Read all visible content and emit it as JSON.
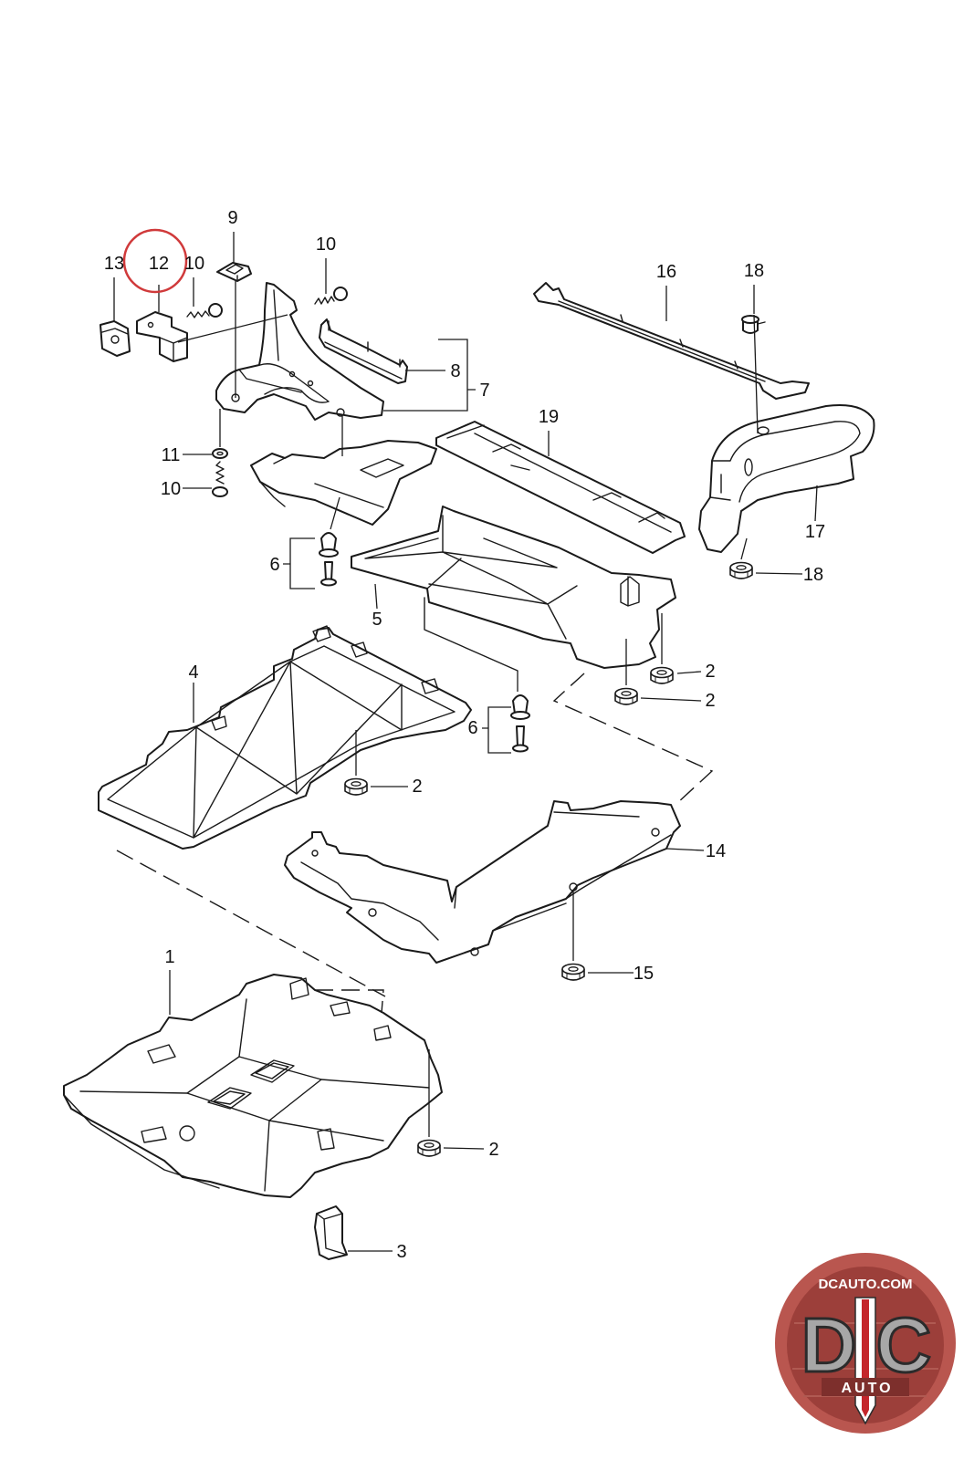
{
  "diagram": {
    "callouts": [
      {
        "label": "9"
      },
      {
        "label": "13"
      },
      {
        "label": "12",
        "highlighted": true
      },
      {
        "label": "10"
      },
      {
        "label": "10"
      },
      {
        "label": "16"
      },
      {
        "label": "18"
      },
      {
        "label": "8"
      },
      {
        "label": "7"
      },
      {
        "label": "19"
      },
      {
        "label": "11"
      },
      {
        "label": "10"
      },
      {
        "label": "17"
      },
      {
        "label": "6"
      },
      {
        "label": "18"
      },
      {
        "label": "5"
      },
      {
        "label": "4"
      },
      {
        "label": "2"
      },
      {
        "label": "2"
      },
      {
        "label": "6"
      },
      {
        "label": "2"
      },
      {
        "label": "14"
      },
      {
        "label": "1"
      },
      {
        "label": "15"
      },
      {
        "label": "2"
      },
      {
        "label": "3"
      }
    ],
    "line_color": "#1a1a1a",
    "highlight_color": "#d03a3b"
  },
  "logo": {
    "site": "DCAUTO.COM",
    "monogram_left": "D",
    "monogram_right": "C",
    "wordmark": "AUTO",
    "ring_color": "#b9564f",
    "inner_color": "#9c3f3a",
    "stripe_color": "#c4262b"
  }
}
